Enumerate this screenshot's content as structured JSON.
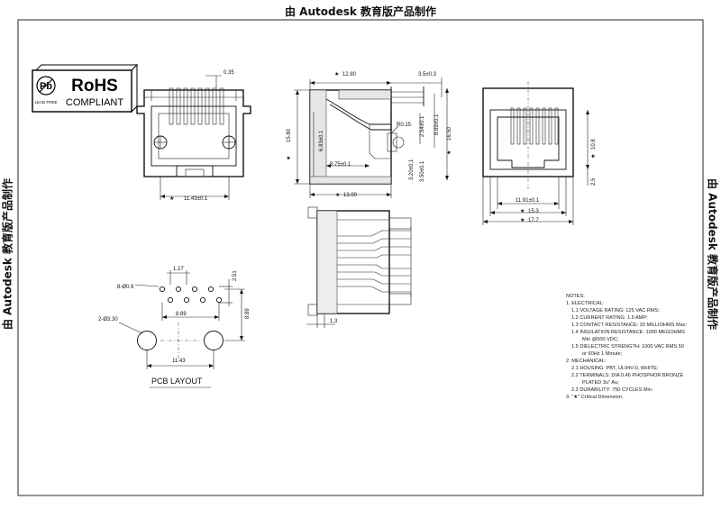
{
  "watermark": "由 Autodesk 教育版产品制作",
  "rohs": {
    "title": "RoHS",
    "subtitle": "COMPLIANT",
    "badge": "LEAD FREE"
  },
  "front_view": {
    "pin_pitch": "0.35",
    "width_dim": "11.43±0.1"
  },
  "side_view": {
    "top_dims": [
      "12.80",
      "3.5±0.3"
    ],
    "height_dims": [
      "15.80",
      "6.83±0.1",
      "2.54±0.1",
      "8.89±0.1",
      "16.50"
    ],
    "radius": "R0.15",
    "mid_dims": [
      "8.75±0.1",
      "3.20±0.1",
      "3.50±0.1"
    ],
    "bottom_dim": "13.00"
  },
  "right_view": {
    "height_dims": [
      "10.8",
      "2.5"
    ],
    "width_dims": [
      "11.91±0.1",
      "15.3",
      "17.7"
    ]
  },
  "bottom_view": {
    "dim": "1.3"
  },
  "pcb_layout": {
    "pitch": "1.27",
    "row_offset": "2.51",
    "hole_label": "8-Ø0.9",
    "mount_label": "2-Ø3.30",
    "span_small": "8.89",
    "span_height": "8.89",
    "span_large": "11.43",
    "title": "PCB LAYOUT"
  },
  "notes": {
    "heading": "NOTES:",
    "lines": [
      "1. ELECTRICAL:",
      "1.1 VOLTAGE RATING: 125 VAC RMS;",
      "1.2 CURRENT RATING: 1.5 AMP;",
      "1.3 CONTACT RESISTANCE: 20 MILLIOHMS Max;",
      "1.4 INSULATION RESISTANCE: 1000 MEGOHMS",
      "Min @500 VDC;",
      "1.5 DIELECTRIC STRENGTH: 1000 VAC RMS 50",
      "or 60Hz 1 Minute;",
      "2. MECHANICAL:",
      "2.1 HOUSING: PBT, UL94V-0, WHITE;",
      "2.2 TERMINALS: DIA 0.46 PHOSPHOR BRONZE",
      "PLATED 3u\" Au;",
      "2.3 DURABILITY: 750 CYCLES Min.",
      "3. \"★\" Critical Dimension."
    ]
  }
}
